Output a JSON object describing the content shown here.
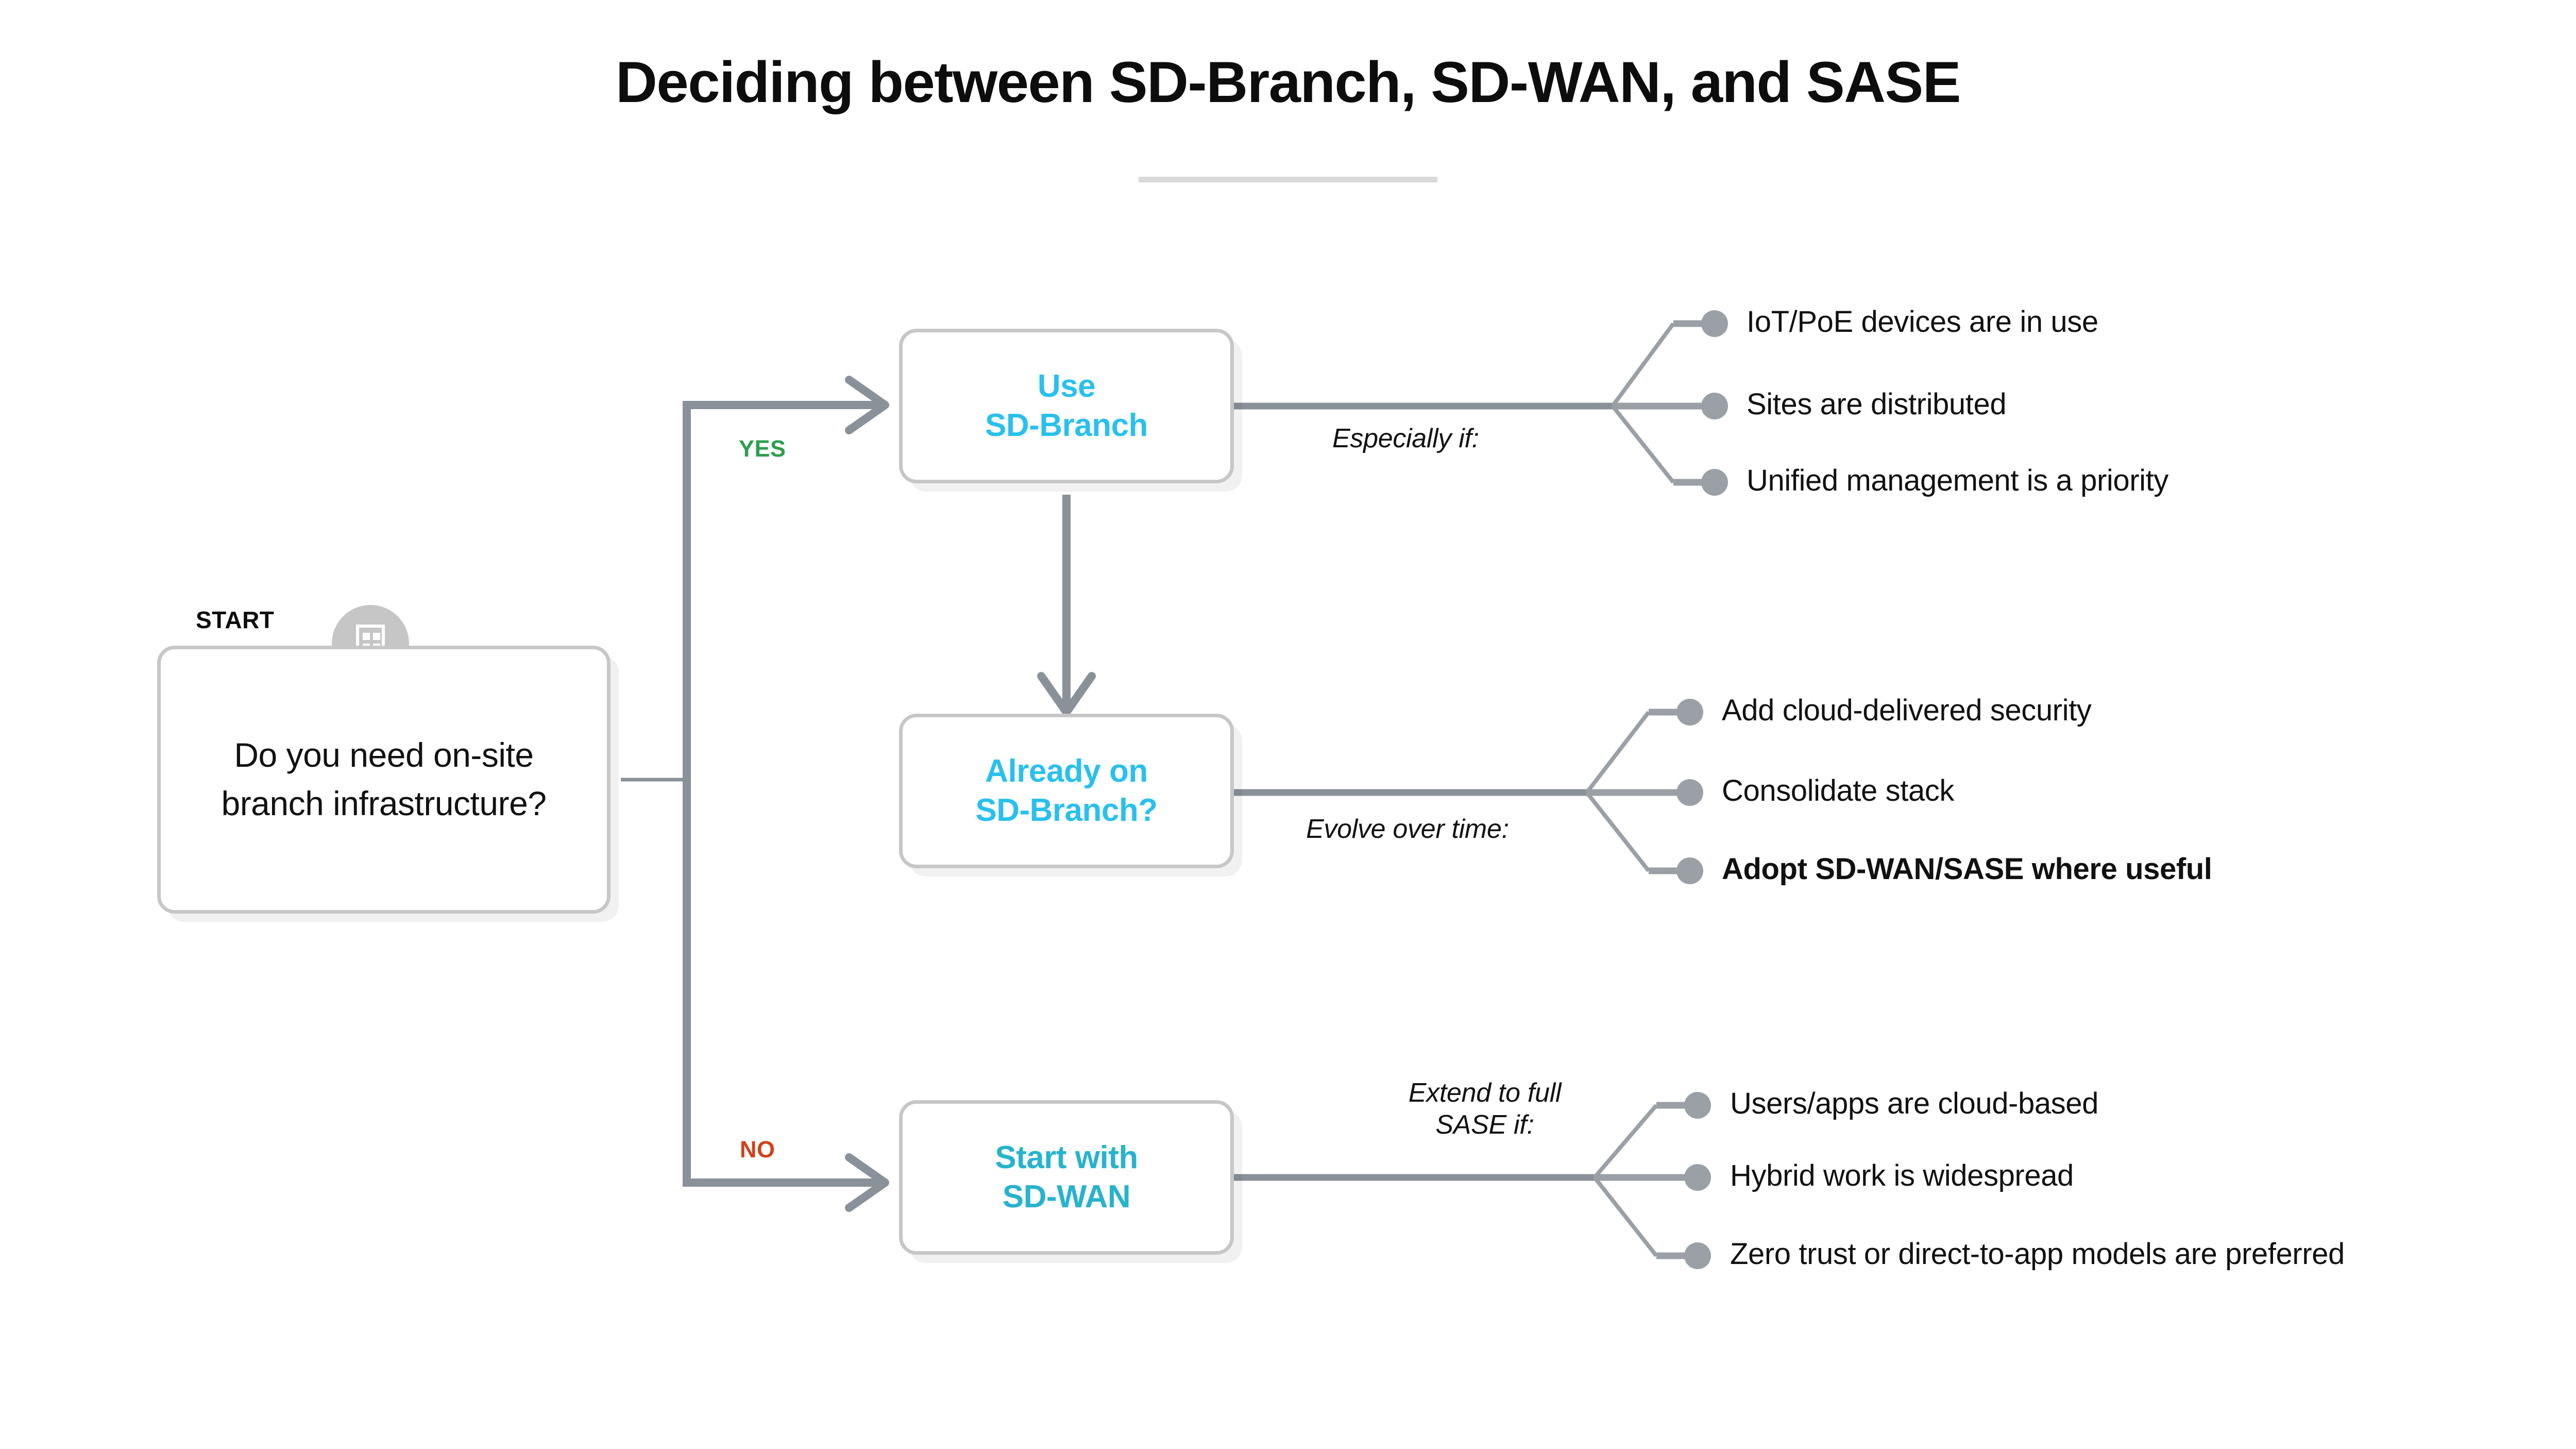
{
  "page": {
    "title": "Deciding between SD-Branch, SD-WAN, and SASE"
  },
  "colors": {
    "accent_cyan": "#29c0ef",
    "accent_teal": "#27b3ce",
    "yes_green": "#2e9e4f",
    "no_red": "#cf4219",
    "connector_gray": "#8a9199",
    "bullet_gray": "#9aa0a6",
    "box_border": "#c7c7c7",
    "divider": "#d9d9d9",
    "badge_gray": "#c6c6c6"
  },
  "start": {
    "label": "START",
    "icon": "building-icon",
    "question": "Do you need on-site branch infrastructure?"
  },
  "edges": {
    "yes": "YES",
    "no": "NO"
  },
  "nodes": {
    "sd_branch": "Use\nSD-Branch",
    "already_on": "Already on\nSD-Branch?",
    "sd_wan": "Start with\nSD-WAN"
  },
  "groups": [
    {
      "caption": "Especially if:",
      "caption_lines": [
        "Especially if:"
      ],
      "bullets": [
        {
          "text": "IoT/PoE devices are in use",
          "bold": false
        },
        {
          "text": "Sites are distributed",
          "bold": false
        },
        {
          "text": "Unified management is a priority",
          "bold": false
        }
      ]
    },
    {
      "caption": "Evolve over time:",
      "caption_lines": [
        "Evolve over time:"
      ],
      "bullets": [
        {
          "text": "Add cloud-delivered security",
          "bold": false
        },
        {
          "text": "Consolidate stack",
          "bold": false
        },
        {
          "text": "Adopt SD-WAN/SASE where useful",
          "bold": true
        }
      ]
    },
    {
      "caption": "Extend to full SASE if:",
      "caption_lines": [
        "Extend to full",
        "SASE if:"
      ],
      "bullets": [
        {
          "text": "Users/apps are cloud-based",
          "bold": false
        },
        {
          "text": "Hybrid work is widespread",
          "bold": false
        },
        {
          "text": "Zero trust or direct-to-app models are preferred",
          "bold": false
        }
      ]
    }
  ]
}
